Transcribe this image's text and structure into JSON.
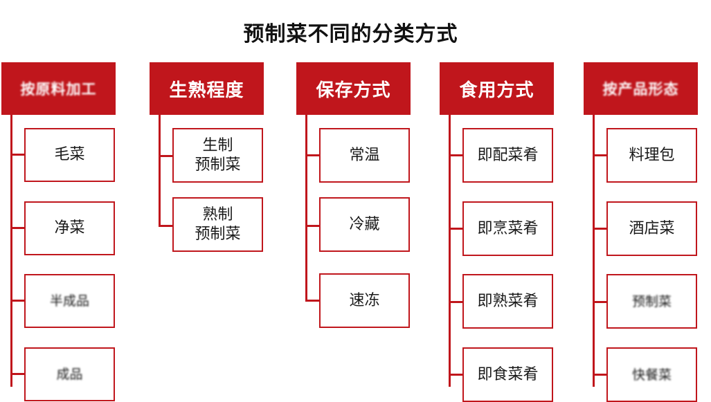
{
  "title": "预制菜不同的分类方式",
  "colors": {
    "accent": "#c0161c"
  },
  "columns": [
    {
      "header": "按原料加工",
      "items": [
        "毛菜",
        "净菜",
        "半成品",
        "成品"
      ]
    },
    {
      "header": "生熟程度",
      "items": [
        "生制\n预制菜",
        "熟制\n预制菜"
      ]
    },
    {
      "header": "保存方式",
      "items": [
        "常温",
        "冷藏",
        "速冻"
      ]
    },
    {
      "header": "食用方式",
      "items": [
        "即配菜肴",
        "即烹菜肴",
        "即熟菜肴",
        "即食菜肴"
      ]
    },
    {
      "header": "按产品形态",
      "items": [
        "料理包",
        "酒店菜",
        "预制菜",
        "快餐菜"
      ]
    }
  ]
}
